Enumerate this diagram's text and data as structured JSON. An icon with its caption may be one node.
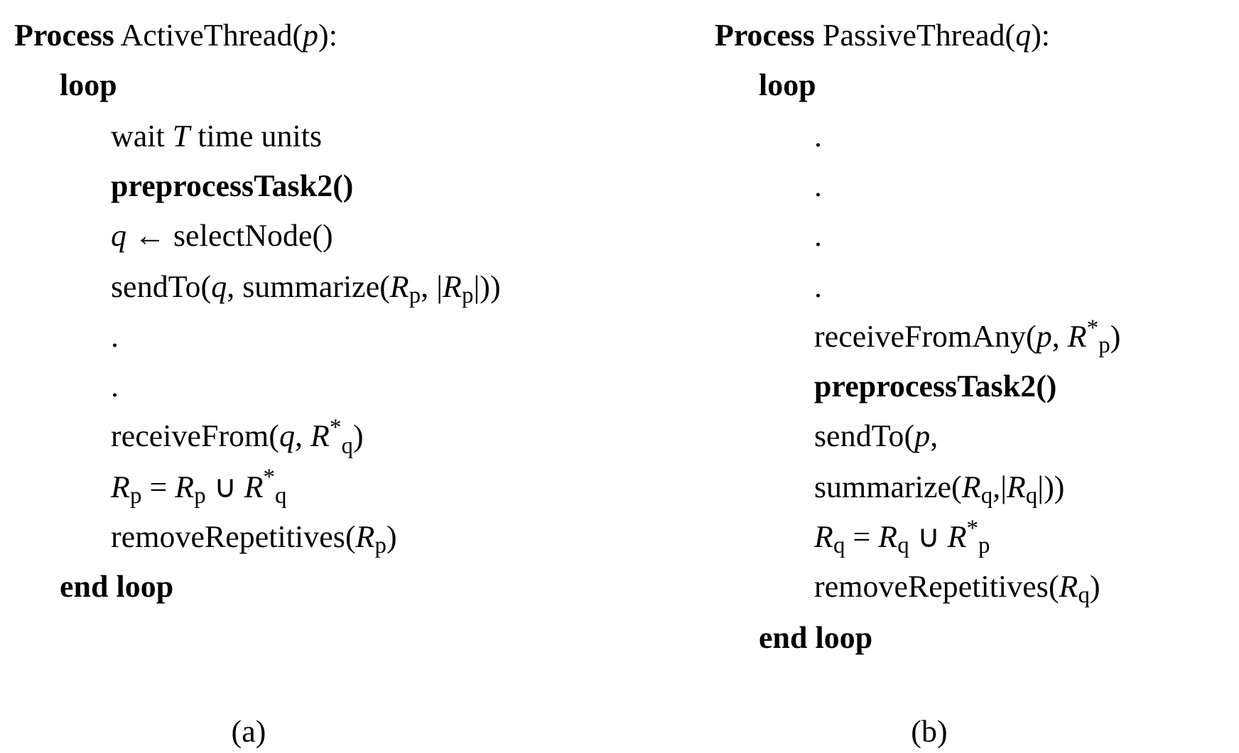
{
  "diagram": {
    "labels": [
      "**Process** ActiveThread(*p*):",
      "loop",
      "wait *T* time units",
      "preprocessTask2()",
      "*q* ← selectNode()",
      "sendTo(*q*, summarize(*R*$_{p}$, |*R*$_{p}$|))",
      ".",
      ".",
      "receiveFrom(*q*, *R*$^{*}$$_{q}$)",
      "*R*$_{p}$ = *R*$_{p}$ ∪ *R*$^{*}$$_{q}$",
      "removeRepetitives(*R*$_{p}$)",
      "end loop",
      "(a)",
      "**Process** PassiveThread(*q*):",
      "loop",
      ".",
      ".",
      ".",
      ".",
      "receiveFromAny(*p*, *R*$^{*}$$_{p}$)",
      "preprocessTask2()",
      "sendTo(*p*, summarize(*R*$_{q}$,|*R*$_{q}$|))",
      "*R*$_{q}$ = *R*$_{q}$ ∪ *R*$^{*}$$_{p}$",
      "removeRepetitives(*R*$_{q}$)",
      "end loop",
      "(b)"
    ]
  }
}
